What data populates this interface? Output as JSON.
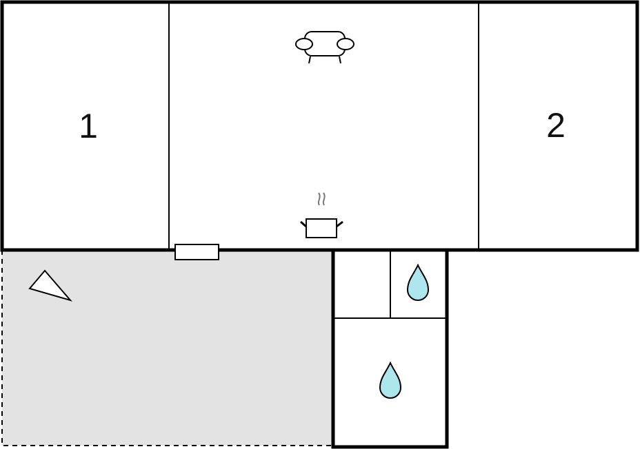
{
  "floorplan": {
    "rooms": [
      {
        "id": "bedroom-1",
        "label": "1"
      },
      {
        "id": "living-kitchen",
        "label": ""
      },
      {
        "id": "bedroom-2",
        "label": "2"
      },
      {
        "id": "toilet",
        "label": ""
      },
      {
        "id": "washroom",
        "label": ""
      },
      {
        "id": "bathroom",
        "label": ""
      },
      {
        "id": "terrace",
        "label": ""
      }
    ],
    "icons": [
      {
        "room": "living-kitchen",
        "icon": "sofa-icon"
      },
      {
        "room": "living-kitchen",
        "icon": "cooking-pot-icon"
      },
      {
        "room": "washroom",
        "icon": "water-drop-icon"
      },
      {
        "room": "bathroom",
        "icon": "water-drop-icon"
      },
      {
        "room": "terrace",
        "icon": "triangle-icon"
      }
    ],
    "colors": {
      "wall": "#000000",
      "terrace_fill": "#e3e3e3",
      "water_drop": "#aee6ee",
      "background": "#ffffff"
    }
  }
}
